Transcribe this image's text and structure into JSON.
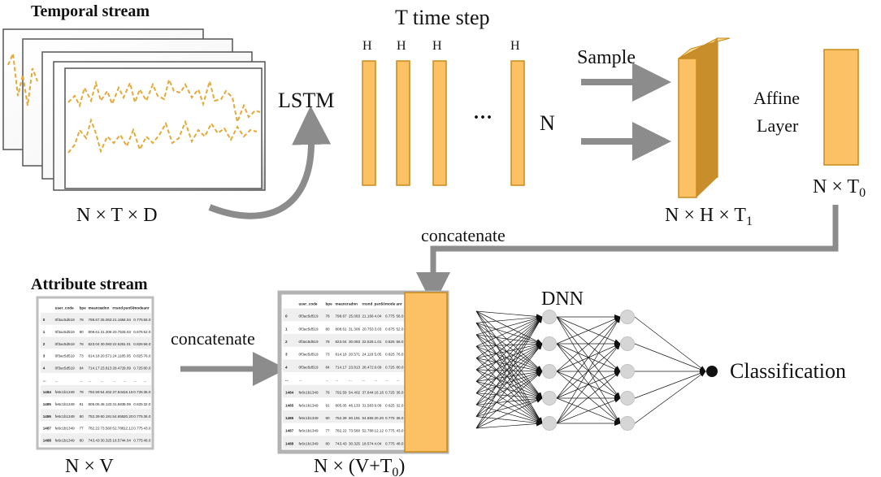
{
  "labels": {
    "temporal_stream": "Temporal stream",
    "attribute_stream": "Attribute stream",
    "lstm": "LSTM",
    "time_step": "T time step",
    "h_label": "H",
    "ellipsis": "···",
    "n_label": "N",
    "sample": "Sample",
    "affine_line1": "Affine",
    "affine_line2": "Layer",
    "dim_ntd": "N × T × D",
    "dim_nht": "N × H × T",
    "dim_nht_sub": "1",
    "dim_nt": "N × T",
    "dim_nt_sub": "0",
    "concat_top": "concatenate",
    "concat_mid": "concatenate",
    "dim_nv": "N × V",
    "dim_nvt_pre": "N × (V+T",
    "dim_nvt_sub": "0",
    "dim_nvt_post": ")",
    "dnn": "DNN",
    "classification": "Classification"
  },
  "table": {
    "headers": [
      "user_code",
      "bpe",
      "meancr",
      "adnn",
      "rnsnd",
      "psn50",
      "mode",
      "anr"
    ],
    "rows": [
      [
        "0",
        "0f3ac5d519",
        "78",
        "798.67",
        "25.063",
        "21.166",
        "4.04",
        "0.775",
        "56.0"
      ],
      [
        "1",
        "0f3ac5d519",
        "80",
        "808.61",
        "31.306",
        "20.753",
        "3.03",
        "0.675",
        "52.0"
      ],
      [
        "2",
        "0f3ac5d519",
        "78",
        "823.04",
        "30.083",
        "22.525",
        "1.01",
        "0.825",
        "56.0"
      ],
      [
        "3",
        "0f3ac5d519",
        "73",
        "814.18",
        "20.571",
        "24.118",
        "5.05",
        "0.825",
        "76.0"
      ],
      [
        "4",
        "0f3ac5d519",
        "84",
        "714.17",
        "23.813",
        "28.472",
        "9.09",
        "0.725",
        "80.0"
      ],
      [
        "...",
        "...",
        "...",
        "...",
        "...",
        "...",
        "...",
        "...",
        "..."
      ],
      [
        "1484",
        "fe6c1b1349",
        "78",
        "792.59",
        "54.402",
        "37.844",
        "16.16",
        "0.725",
        "36.0"
      ],
      [
        "1485",
        "fe6c1b1349",
        "91",
        "805.05",
        "48.133",
        "31.583",
        "9.09",
        "0.625",
        "32.0"
      ],
      [
        "1486",
        "fe6c1b1349",
        "80",
        "752.39",
        "60.191",
        "54.655",
        "20.20",
        "0.775",
        "36.0"
      ],
      [
        "1487",
        "fe6c1b1349",
        "77",
        "782.22",
        "73.560",
        "52.788",
        "12.12",
        "0.775",
        "43.0"
      ],
      [
        "1488",
        "fe6c1b1349",
        "80",
        "743.43",
        "30.325",
        "18.574",
        "4.04",
        "0.775",
        "48.0"
      ]
    ]
  },
  "colors": {
    "bar_fill": "#fbc164",
    "bar_stroke": "#c88a1c",
    "block_side": "#c98e2c",
    "block_top": "#fdd88e",
    "arrow_gray": "#8c8c8c",
    "chart_line": "#e4a938",
    "frame_gray": "#b3b3b3"
  }
}
